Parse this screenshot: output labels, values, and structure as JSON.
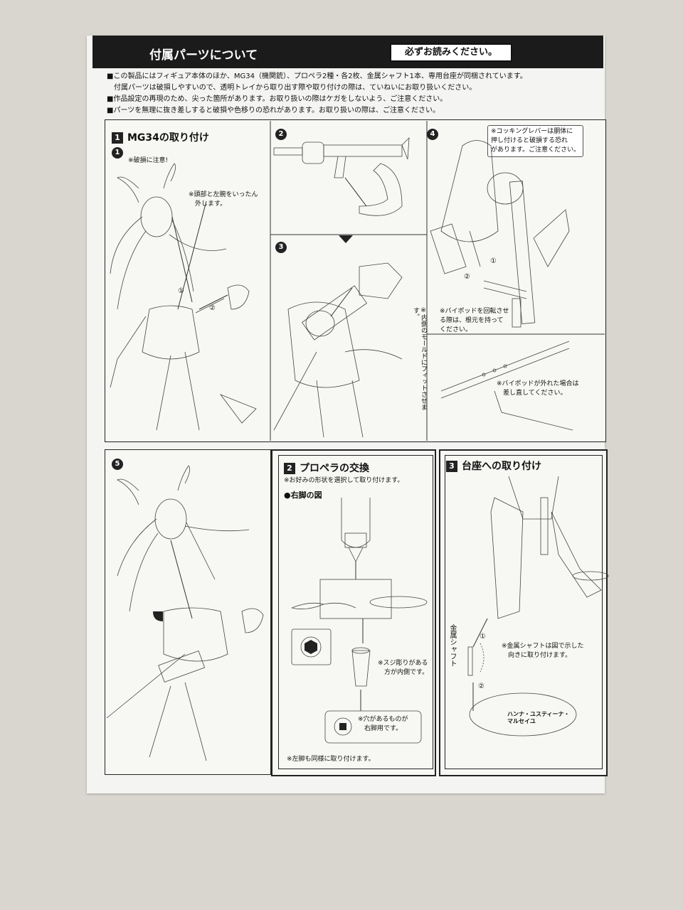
{
  "header": {
    "title": "付属パーツについて",
    "notice": "必ずお読みください。"
  },
  "intro": [
    "■この製品にはフィギュア本体のほか、MG34（機関銃）、プロペラ2種・各2枚、金属シャフト1本、専用台座が同梱されています。",
    "　付属パーツは破損しやすいので、透明トレイから取り出す際や取り付けの際は、ていねいにお取り扱いください。",
    "■作品設定の再現のため、尖った箇所があります。お取り扱いの際はケガをしないよう、ご注意ください。",
    "■パーツを無理に抜き差しすると破損や色移りの恐れがあります。お取り扱いの際は、ご注意ください。"
  ],
  "section1": {
    "number": "1",
    "title": "MG34の取り付け",
    "step1": {
      "num": "1",
      "note_damage": "※破損に注意!",
      "note_remove": "※頭部と左腕をいったん\n　外します。",
      "c1": "①",
      "c2": "②"
    },
    "step2": {
      "num": "2"
    },
    "step3": {
      "num": "3",
      "note": "※内側のモールドにフィットさせます。"
    },
    "step4": {
      "num": "4",
      "note_lever": "※コッキングレバーは胴体に\n押し付けると破損する恐れ\nがあります。ご注意ください。",
      "note_rotate": "※バイポッドを回転させ\nる際は、根元を持って\nください。",
      "note_reattach": "※バイポッドが外れた場合は\n　差し直してください。",
      "c1": "①",
      "c2": "②"
    },
    "step5": {
      "num": "5"
    }
  },
  "section2": {
    "number": "2",
    "title": "プロペラの交換",
    "note_choose": "※お好みの形状を選択して取り付けます。",
    "subtitle": "●右脚の図",
    "note_groove": "※スジ彫りがある\n　方が内側です。",
    "note_hole": "※穴があるものが\n　右脚用です。",
    "note_left": "※左脚も同様に取り付けます。"
  },
  "section3": {
    "number": "3",
    "title": "台座への取り付け",
    "shaft_label": "金属シャフト",
    "note_shaft": "※金属シャフトは図で示した\n　向きに取り付けます。",
    "base_label": "ハンナ・ユスティーナ・\nマルセイユ",
    "c1": "①",
    "c2": "②"
  }
}
